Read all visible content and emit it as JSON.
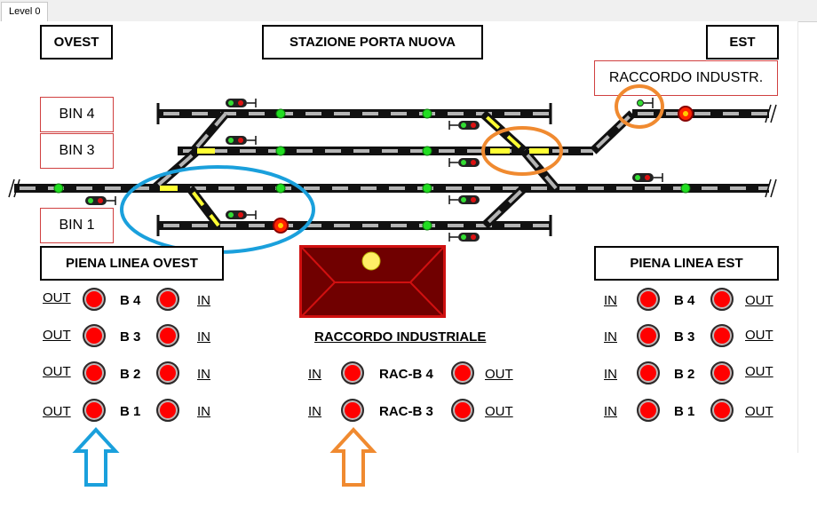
{
  "tab": {
    "label": "Level 0"
  },
  "headers": {
    "west": "OVEST",
    "station": "STAZIONE PORTA NUOVA",
    "east": "EST",
    "raccordo_box": "RACCORDO INDUSTR."
  },
  "tracks": {
    "bin4": "BIN 4",
    "bin3": "BIN 3",
    "bin1": "BIN 1"
  },
  "panels": {
    "west_title": "PIENA LINEA OVEST",
    "east_title": "PIENA LINEA EST",
    "raccordo_title": "RACCORDO INDUSTRIALE"
  },
  "west_rows": [
    {
      "left": "OUT",
      "label": "B 4",
      "right": "IN"
    },
    {
      "left": "OUT",
      "label": "B 3",
      "right": "IN"
    },
    {
      "left": "OUT",
      "label": "B 2",
      "right": "IN"
    },
    {
      "left": "OUT",
      "label": "B 1",
      "right": "IN"
    }
  ],
  "east_rows": [
    {
      "left": "IN",
      "label": "B 4",
      "right": "OUT"
    },
    {
      "left": "IN",
      "label": "B 3",
      "right": "OUT"
    },
    {
      "left": "IN",
      "label": "B 2",
      "right": "OUT"
    },
    {
      "left": "IN",
      "label": "B 1",
      "right": "OUT"
    }
  ],
  "raccordo_rows": [
    {
      "left": "IN",
      "label": "RAC-B 4",
      "right": "OUT"
    },
    {
      "left": "IN",
      "label": "RAC-B 3",
      "right": "OUT"
    }
  ],
  "colors": {
    "button_red": "#ff0000",
    "panel_dark_red": "#700000",
    "highlight_blue": "#1aa0dc",
    "highlight_orange": "#f08a30",
    "signal_green": "#22dd22",
    "section_yellow": "#ffff33"
  }
}
